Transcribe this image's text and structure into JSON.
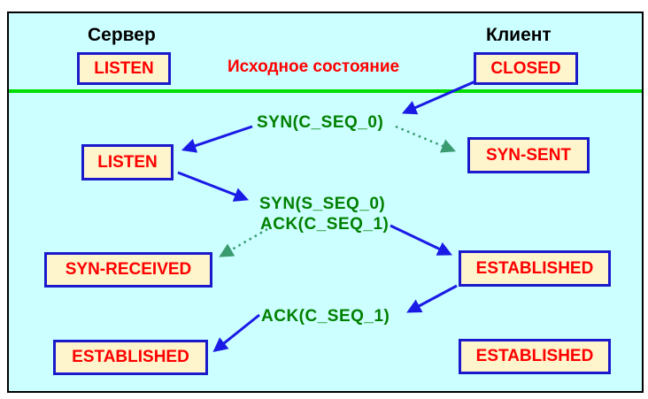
{
  "diagram": {
    "title": "Исходное состояние",
    "columns": {
      "server": "Сервер",
      "client": "Клиент"
    },
    "states": [
      {
        "id": "server-listen-initial",
        "label": "LISTEN"
      },
      {
        "id": "client-closed-initial",
        "label": "CLOSED"
      },
      {
        "id": "server-listen",
        "label": "LISTEN"
      },
      {
        "id": "client-syn-sent",
        "label": "SYN-SENT"
      },
      {
        "id": "server-syn-received",
        "label": "SYN-RECEIVED"
      },
      {
        "id": "client-established",
        "label": "ESTABLISHED"
      },
      {
        "id": "server-established",
        "label": "ESTABLISHED"
      },
      {
        "id": "client-established-final",
        "label": "ESTABLISHED"
      }
    ],
    "messages": [
      {
        "id": "syn-c-seq-0",
        "text": "SYN(C_SEQ_0)"
      },
      {
        "id": "syn-s-seq-0",
        "text": "SYN(S_SEQ_0)"
      },
      {
        "id": "ack-c-seq-1",
        "text": "ACK(C_SEQ_1)"
      },
      {
        "id": "ack-c-seq-1-final",
        "text": "ACK(C_SEQ_1)"
      }
    ],
    "colors": {
      "background": "#CCFFFF",
      "frame_border": "#000000",
      "box_fill": "#FFF5CC",
      "box_border": "#1A1ACC",
      "state_text": "#FF0000",
      "header_text": "#000000",
      "title_text": "#FF0000",
      "message_text": "#008000",
      "separator_line": "#00DD00",
      "arrow_solid": "#1A1AE6",
      "arrow_dotted": "#3A9A70"
    }
  }
}
